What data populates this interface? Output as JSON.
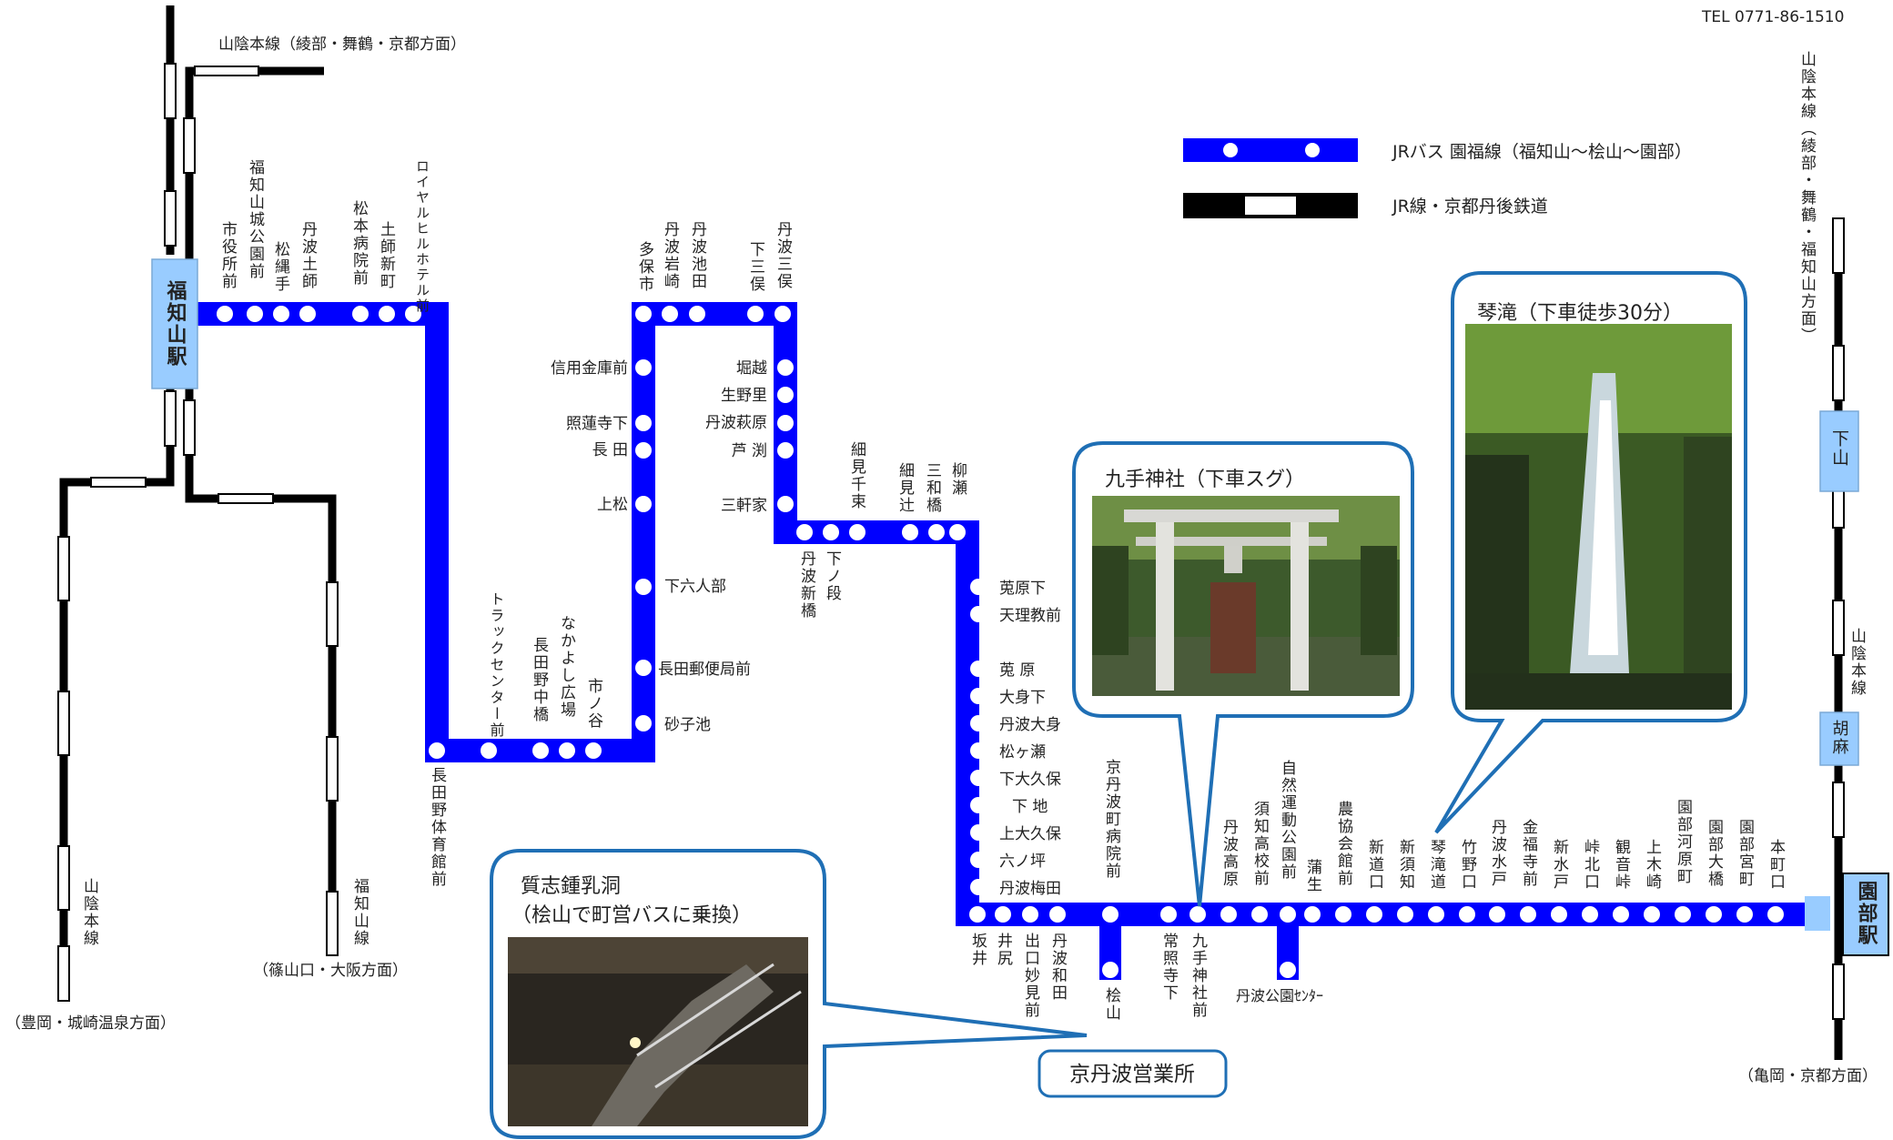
{
  "tel": "TEL  0771-86-1510",
  "legend": {
    "bus_line": "JRバス 園福線（福知山～桧山～園部）",
    "rail_line": "JR線・京都丹後鉄道"
  },
  "rail_labels": {
    "sanin_top": "山陰本線（綾部・舞鶴・京都方面）",
    "sanin_left": "山陰本線",
    "sanin_left_dest": "（豊岡・城崎温泉方面）",
    "fukuchiyama_line": "福知山線",
    "fukuchiyama_line_dest": "（篠山口・大阪方面）",
    "sanin_right_top": "山陰本線（綾部・舞鶴・福知山方面）",
    "sanin_right": "山陰本線",
    "sanin_right_dest": "（亀岡・京都方面）"
  },
  "stations": {
    "fukuchiyama": "福知山駅",
    "sonobe": "園部駅",
    "shimoyama": "下山",
    "goma": "胡麻"
  },
  "bus_stops": {
    "s01": "市役所前",
    "s02": "福知山城公園前",
    "s03": "松縄手",
    "s04": "丹波土師",
    "s05": "松本病院前",
    "s06": "土師新町",
    "s07": "ロイヤルヒルホテル前",
    "s08": "長田野体育館前",
    "s09": "トラックセンター前",
    "s10": "長田野中橋",
    "s11": "なかよし広場",
    "s12": "市ノ谷",
    "s13": "砂子池",
    "s14": "長田郵便局前",
    "s15": "下六人部",
    "s16": "上松",
    "s17": "長 田",
    "s18": "照蓮寺下",
    "s19": "信用金庫前",
    "s20": "多保市",
    "s21": "丹波岩崎",
    "s22": "丹波池田",
    "s23": "下三俣",
    "s24": "丹波三俣",
    "s25": "堀越",
    "s26": "生野里",
    "s27": "丹波萩原",
    "s28": "芦 渕",
    "s29": "三軒家",
    "s30": "丹波新橋",
    "s31": "下ノ段",
    "s32": "細見千束",
    "s33": "細見辻",
    "s34": "三和橋",
    "s35": "柳瀬",
    "s36": "莵原下",
    "s37": "天理教前",
    "s38": "莵 原",
    "s39": "大身下",
    "s40": "丹波大身",
    "s41": "松ヶ瀬",
    "s42": "下大久保",
    "s43": "下 地",
    "s44": "上大久保",
    "s45": "六ノ坪",
    "s46": "丹波梅田",
    "s47": "坂井",
    "s48": "井尻",
    "s49": "出口妙見前",
    "s50": "丹波和田",
    "s51": "京丹波町病院前",
    "s52": "桧山",
    "s53": "常照寺下",
    "s54": "九手神社前",
    "s55": "丹波高原",
    "s56": "須知高校前",
    "s57": "自然運動公園前",
    "s58": "丹波公園ｾﾝﾀｰ",
    "s59": "蒲生",
    "s60": "農協会館前",
    "s61": "新道口",
    "s62": "新須知",
    "s63": "琴滝道",
    "s64": "竹野口",
    "s65": "丹波水戸",
    "s66": "金福寺前",
    "s67": "新水戸",
    "s68": "峠北口",
    "s69": "観音峠",
    "s70": "上木崎",
    "s71": "園部河原町",
    "s72": "園部大橋",
    "s73": "園部宮町",
    "s74": "本町口"
  },
  "callouts": {
    "kuteshrine": "九手神社（下車スグ）",
    "kotodaki": "琴滝（下車徒歩30分）",
    "cave_line1": "質志鍾乳洞",
    "cave_line2": "（桧山で町営バスに乗換）",
    "office": "京丹波営業所"
  },
  "colors": {
    "bus": "#0000FF",
    "rail": "#000000",
    "station_box": "#99CCFF",
    "callout_border": "#1F6FB5"
  }
}
